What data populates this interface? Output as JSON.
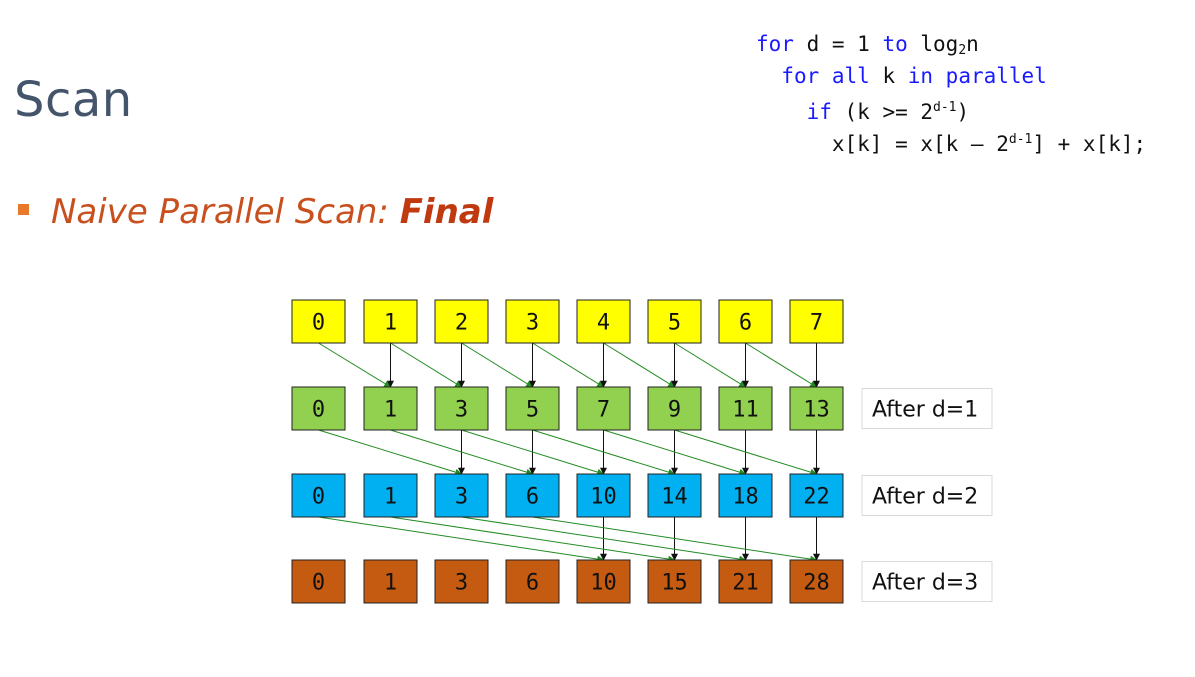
{
  "slide": {
    "title": "Scan",
    "subtitle_prefix": "Naive Parallel Scan: ",
    "subtitle_emph": "Final"
  },
  "code": {
    "l1_kw1": "for",
    "l1_var": " d = 1 ",
    "l1_kw2": "to",
    "l1_log": " log",
    "l1_sub": "2",
    "l1_n": "n",
    "l2_kw1": "for all",
    "l2_k": " k ",
    "l2_kw2": "in parallel",
    "l3_kw": "if",
    "l3_text": " (k >= 2",
    "l3_sup": "d-1",
    "l3_close": ")",
    "l4_text1": "x[k] = x[k – 2",
    "l4_sup": "d-1",
    "l4_text2": "] + x[k];"
  },
  "rows": [
    {
      "label": "",
      "color": "#ffff00",
      "values": [
        "0",
        "1",
        "2",
        "3",
        "4",
        "5",
        "6",
        "7"
      ]
    },
    {
      "label": "After d=1",
      "color": "#92d050",
      "values": [
        "0",
        "1",
        "3",
        "5",
        "7",
        "9",
        "11",
        "13"
      ]
    },
    {
      "label": "After d=2",
      "color": "#00b0f0",
      "values": [
        "0",
        "1",
        "3",
        "6",
        "10",
        "14",
        "18",
        "22"
      ]
    },
    {
      "label": "After d=3",
      "color": "#c55a11",
      "values": [
        "0",
        "1",
        "3",
        "6",
        "10",
        "15",
        "21",
        "28"
      ]
    }
  ],
  "colors": {
    "arrow_offset": "#228b22",
    "arrow_self": "#111111",
    "label_border": "#d9d9d9"
  }
}
